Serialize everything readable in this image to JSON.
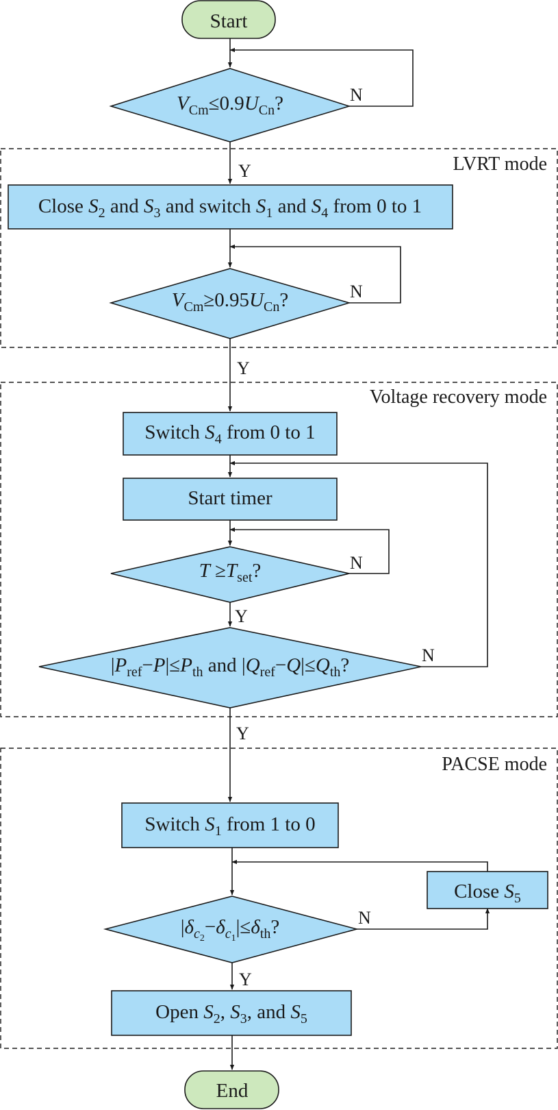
{
  "start": "Start",
  "end": "End",
  "yes": "Y",
  "no": "N",
  "modes": {
    "lvrt": "LVRT mode",
    "recovery": "Voltage recovery mode",
    "pacse": "PACSE mode"
  },
  "d1": {
    "V": "V",
    "Vsub": "Cm",
    "rel": "≤0.9",
    "U": "U",
    "Usub": "Cn",
    "q": "?"
  },
  "p1": {
    "a": "Close ",
    "S2": "S",
    "S2n": "2",
    "b": " and ",
    "S3": "S",
    "S3n": "3",
    "c": " and switch ",
    "S1": "S",
    "S1n": "1",
    "d": " and ",
    "S4": "S",
    "S4n": "4",
    "e": " from 0 to 1"
  },
  "d2": {
    "V": "V",
    "Vsub": "Cm",
    "rel": "≥0.95",
    "U": "U",
    "Usub": "Cn",
    "q": "?"
  },
  "p2": {
    "a": "Switch ",
    "S": "S",
    "n": "4",
    "b": " from 0 to 1"
  },
  "p3": {
    "text": "Start timer"
  },
  "d3": {
    "T": "T",
    "rel": " ≥",
    "T2": "T",
    "sub": "set",
    "q": "?"
  },
  "d4": {
    "open1": "|",
    "P1": "P",
    "ref1": "ref",
    "minus1": "−",
    "P2": "P",
    "rel1": "|≤",
    "P3": "P",
    "th1": "th",
    "mid": " and |",
    "Q1": "Q",
    "ref2": "ref",
    "minus2": "−",
    "Q2": "Q",
    "rel2": "|≤",
    "Q3": "Q",
    "th2": "th",
    "q": "?"
  },
  "p4": {
    "a": "Switch ",
    "S": "S",
    "n": "1",
    "b": " from 1 to 0"
  },
  "p5": {
    "a": "Close ",
    "S": "S",
    "n": "5"
  },
  "d5": {
    "open": "|",
    "d1": "δ",
    "c1": "c",
    "c1n": "2",
    "minus": "−",
    "d2": "δ",
    "c2": "c",
    "c2n": "1",
    "rel": "|≤",
    "d3": "δ",
    "th": "th",
    "q": "?"
  },
  "p6": {
    "a": "Open ",
    "S2": "S",
    "S2n": "2",
    "b": ", ",
    "S3": "S",
    "S3n": "3",
    "c": ", and ",
    "S5": "S",
    "S5n": "5"
  }
}
